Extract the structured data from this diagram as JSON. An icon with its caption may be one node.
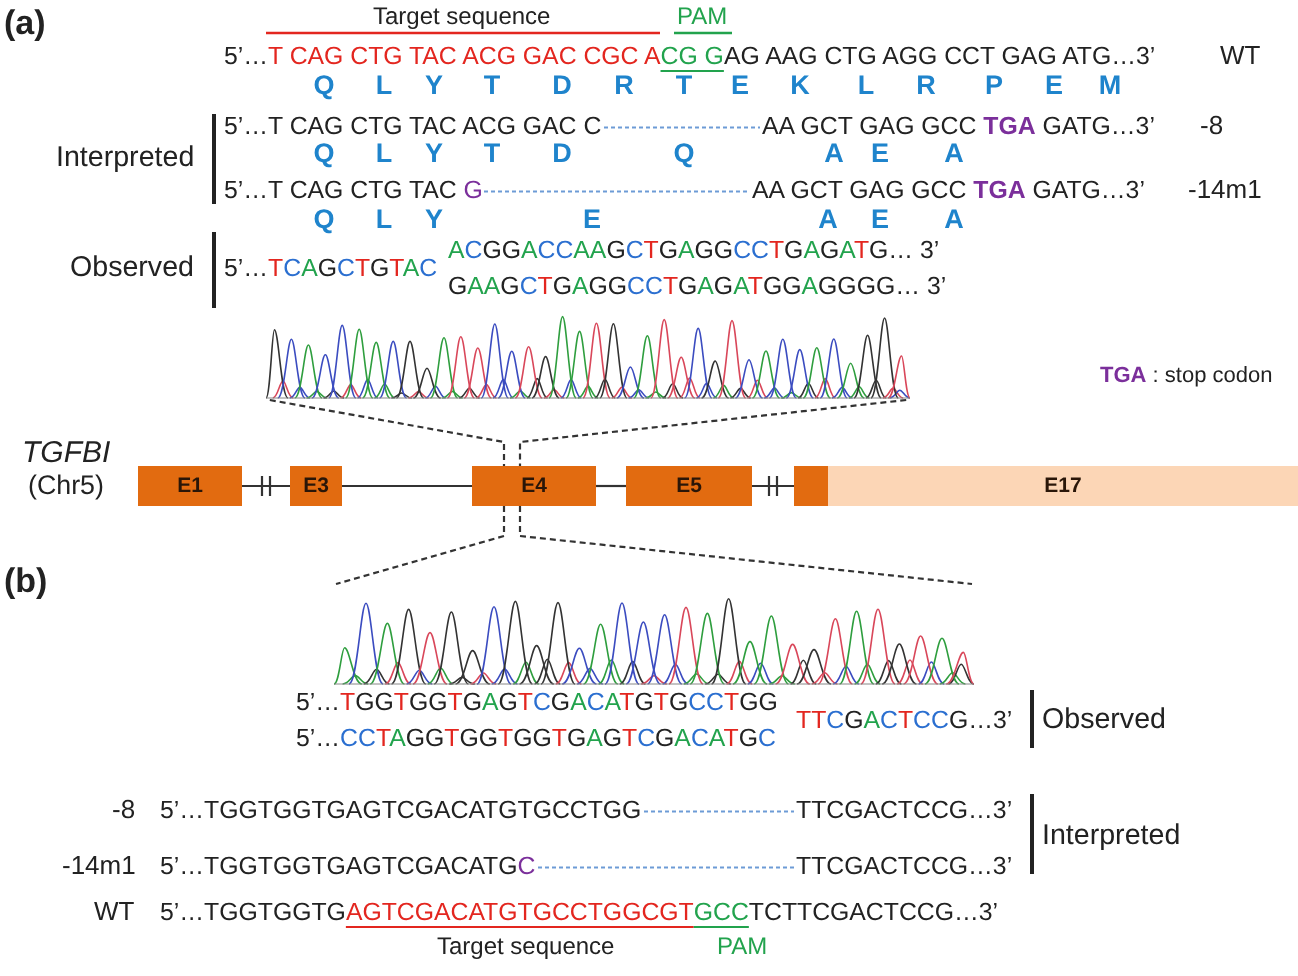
{
  "diagram": {
    "nodes": [
      {
        "text": [],
        "shape": "picture"
      },
      {
        "text": [
          "E1"
        ]
      },
      {
        "text": [
          "E3"
        ]
      },
      {
        "text": [
          "E4"
        ]
      },
      {
        "text": [
          "E5"
        ]
      },
      {
        "text": [
          "E17"
        ]
      },
      {
        "text": [],
        "shape": "picture"
      }
    ],
    "edges": [
      {
        "from": 1,
        "to": 2,
        "arrow": "none"
      },
      {
        "from": 2,
        "to": 3,
        "arrow": "none"
      },
      {
        "from": 3,
        "to": 4,
        "arrow": "none"
      },
      {
        "from": 4,
        "to": 5,
        "arrow": "none"
      },
      {
        "from": 0,
        "to": 3,
        "arrow": "none",
        "style": "dashed"
      },
      {
        "from": 0,
        "to": 3,
        "arrow": "none",
        "style": "dashed"
      },
      {
        "from": 3,
        "to": 6,
        "arrow": "none",
        "style": "dashed"
      },
      {
        "from": 3,
        "to": 6,
        "arrow": "none",
        "style": "dashed"
      }
    ],
    "labels": [
      "(a)",
      "Target sequence",
      "PAM",
      "5’…T CAG CTG TAC ACG GAC CGC ACG GAG AAG CTG AGG CCT GAG ATG…3’",
      "WT",
      "Q L Y T D R T E K L R P E M",
      "Interpreted",
      "5’…T CAG CTG TAC ACG GAC C",
      "AA GCT GAG GCC **TGA** GATG…3’",
      "-8",
      "Q L Y T D Q A E A",
      "5’…T CAG CTG TAC G",
      "AA GCT GAG GCC **TGA** GATG…3’",
      "-14m1",
      "Q L Y",
      "E",
      "A E A",
      "Observed",
      "5’…TCAGCTGTAC",
      "ACGGACCAAGCTGAGGCCTGAGATG… 3’",
      "GAAGCTGAGGCCTGAGATGGAGGGG… 3’",
      "**TGA** : stop codon",
      "TGFBI",
      "(Chr5)",
      "(b)",
      "5’…TGGTGGTGAGTCGACATGTGCCTGG",
      "TTCGACTCCG…3’",
      "Observed",
      "5’…CCTAGGTGGTGGTGAGTCGACATGC",
      "-8",
      "5’…TGGTGGTGAGTCGACATGTGCCTGG",
      "TTCGACTCCG…3’",
      "Interpreted",
      "-14m1",
      "5’…TGGTGGTGAGTCGACATGC",
      "TTCGACTCCG…3’",
      "WT",
      "5’…TGGTGGTGAGTCGACATGTGCCTGGCGTGCCTCTTCGACTCCG…3’",
      "Target sequence",
      "PAM"
    ]
  }
}
